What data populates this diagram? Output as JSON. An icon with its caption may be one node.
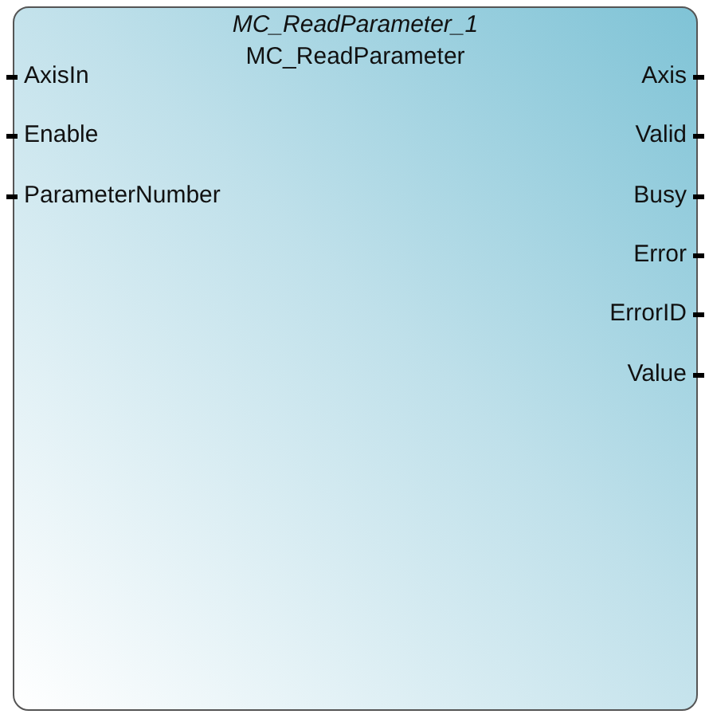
{
  "diagram": {
    "nodes": [
      {
        "text": [
          "MC_ReadParameter_1",
          "MC_ReadParameter",
          "AxisIn",
          "Enable",
          "ParameterNumber",
          "Axis",
          "Valid",
          "Busy",
          "Error",
          "ErrorID",
          "Value"
        ]
      }
    ]
  }
}
